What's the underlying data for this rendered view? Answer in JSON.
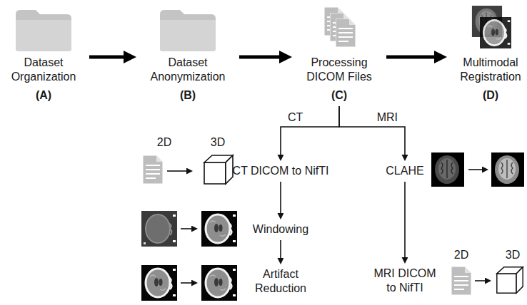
{
  "diagram": {
    "nodes": [
      {
        "text": [
          "Dataset Organization",
          "(A)"
        ]
      },
      {
        "text": [
          "Dataset Anonymization",
          "(B)"
        ]
      },
      {
        "text": [
          "Processing DICOM Files",
          "(C)"
        ]
      },
      {
        "text": [
          "Multimodal Registration",
          "(D)"
        ]
      },
      {
        "text": [
          "CT DICOM to NifTI"
        ]
      },
      {
        "text": [
          "CLAHE"
        ]
      },
      {
        "text": [
          "Windowing"
        ]
      },
      {
        "text": [
          "Artifact Reduction"
        ]
      },
      {
        "text": [
          "MRI DICOM to NifTI"
        ]
      }
    ],
    "edges": [
      {
        "from": 0,
        "to": 1,
        "arrow": "to"
      },
      {
        "from": 1,
        "to": 2,
        "arrow": "to"
      },
      {
        "from": 2,
        "to": 3,
        "arrow": "to"
      },
      {
        "from": 2,
        "to": 4,
        "label": "CT",
        "arrow": "to"
      },
      {
        "from": 2,
        "to": 5,
        "label": "MRI",
        "arrow": "to"
      },
      {
        "from": 4,
        "to": 6,
        "arrow": "to"
      },
      {
        "from": 6,
        "to": 7,
        "arrow": "to"
      },
      {
        "from": 5,
        "to": 8,
        "arrow": "to"
      }
    ],
    "labels": [
      "2D",
      "3D",
      "2D",
      "3D"
    ]
  }
}
